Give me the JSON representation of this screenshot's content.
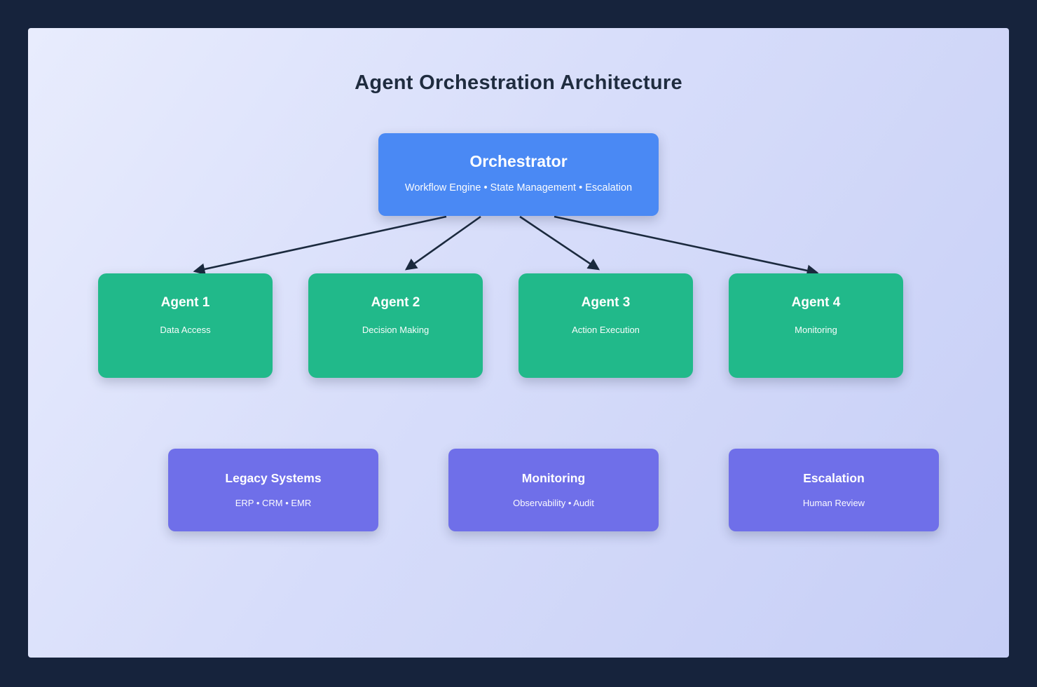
{
  "title": "Agent Orchestration Architecture",
  "palette": {
    "outer_background": "#16233c",
    "canvas_gradient_start": "#e8ecfd",
    "canvas_gradient_end": "#c6cef6",
    "orchestrator_fill": "#4a89f4",
    "agent_fill": "#21b98a",
    "system_fill": "#6f6fe9",
    "arrow_color": "#1b2a3e",
    "title_color": "#1f2c3f",
    "node_text_color": "#ffffff"
  },
  "orchestrator": {
    "title": "Orchestrator",
    "subtitle": "Workflow Engine • State Management • Escalation"
  },
  "agents": [
    {
      "title": "Agent 1",
      "subtitle": "Data Access"
    },
    {
      "title": "Agent 2",
      "subtitle": "Decision Making"
    },
    {
      "title": "Agent 3",
      "subtitle": "Action Execution"
    },
    {
      "title": "Agent 4",
      "subtitle": "Monitoring"
    }
  ],
  "systems": [
    {
      "title": "Legacy Systems",
      "subtitle": "ERP • CRM • EMR"
    },
    {
      "title": "Monitoring",
      "subtitle": "Observability • Audit"
    },
    {
      "title": "Escalation",
      "subtitle": "Human Review"
    }
  ]
}
